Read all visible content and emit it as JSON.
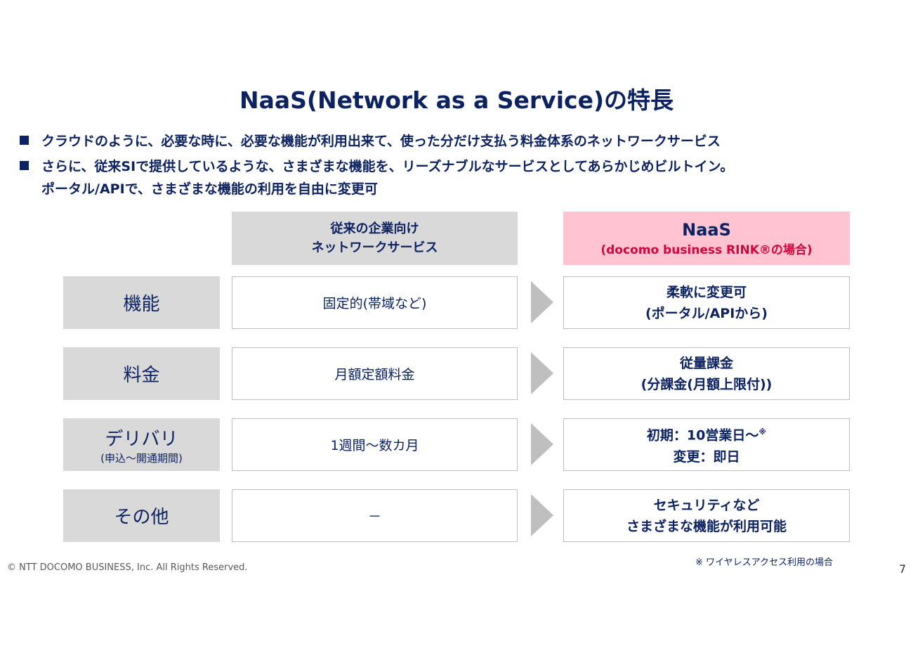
{
  "title": "NaaS(Network as a Service)の特長",
  "bullets": [
    "クラウドのように、必要な時に、必要な機能が利用出来て、使った分だけ支払う料金体系のネットワークサービス",
    "さらに、従来SIで提供しているような、さまざまな機能を、リーズナブルなサービスとしてあらかじめビルトイン。",
    "ポータル/APIで、さまざまな機能の利用を自由に変更可"
  ],
  "header": {
    "old_line1": "従来の企業向け",
    "old_line2": "ネットワークサービス",
    "new_title": "NaaS",
    "new_sub": "(docomo business RINK®の場合)"
  },
  "rows": [
    {
      "label": "機能",
      "old": "固定的(帯域など)",
      "new1": "柔軟に変更可",
      "new2": "(ポータル/APIから)"
    },
    {
      "label": "料金",
      "old": "月額定額料金",
      "new1": "従量課金",
      "new2": "(分課金(月額上限付))"
    },
    {
      "label": "デリバリ",
      "sublabel": "(申込～開通期間)",
      "old": "1週間～数カ月",
      "new1": "初期：10営業日～",
      "new1_mark": "※",
      "new2": "変更：即日"
    },
    {
      "label": "その他",
      "old": "－",
      "new1": "セキュリティなど",
      "new2": "さまざまな機能が利用可能"
    }
  ],
  "note": "※ ワイヤレスアクセス利用の場合",
  "copyright": "© NTT DOCOMO BUSINESS, Inc. All Rights Reserved.",
  "page_number": "7"
}
